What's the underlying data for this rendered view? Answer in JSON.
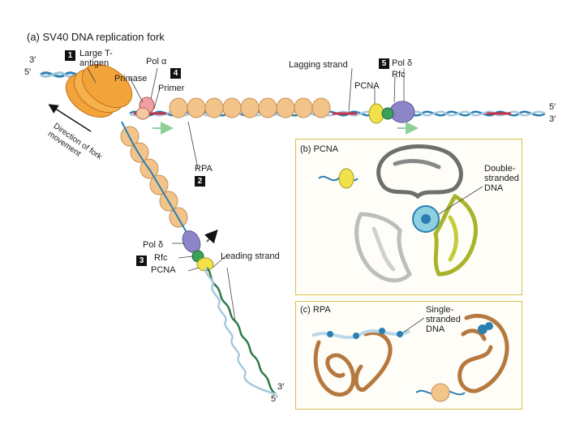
{
  "title": "(a) SV40 DNA replication fork",
  "labels": {
    "large_t": "Large T-\nantigen",
    "pol_a": "Pol α",
    "primase": "Primase",
    "primer": "Primer",
    "lagging": "Lagging strand",
    "pol_d_top": "Pol δ",
    "rfc_top": "Rfc",
    "pcna_top": "PCNA",
    "rpa": "RPA",
    "pol_d_left": "Pol δ",
    "rfc_left": "Rfc",
    "pcna_left": "PCNA",
    "leading": "Leading strand",
    "direction": "Direction of fork\nmovement",
    "end_3_tl": "3′",
    "end_5_tl": "5′",
    "end_5_tr": "5′",
    "end_3_tr": "3′",
    "end_3_b": "3′",
    "end_5_b": "5′"
  },
  "steps": [
    "1",
    "4",
    "5",
    "2",
    "3"
  ],
  "panel_b": {
    "title": "(b) PCNA",
    "label": "Double-\nstranded\nDNA"
  },
  "panel_c": {
    "title": "(c) RPA",
    "label": "Single-\nstranded\nDNA"
  },
  "colors": {
    "rpa": "#f2c48a",
    "pcna": "#f1e24a",
    "pol": "#8c86c8",
    "rfc": "#3aa05a",
    "dna_blue": "#2a7fb2",
    "dna_green": "#2f7a4a",
    "primer_red": "#c8324a",
    "ribbon_brown": "#b5793f",
    "ribbon_olive": "#a9b42a",
    "ribbon_gray": "#9a9a9a",
    "panel_border": "#d8c04a"
  }
}
